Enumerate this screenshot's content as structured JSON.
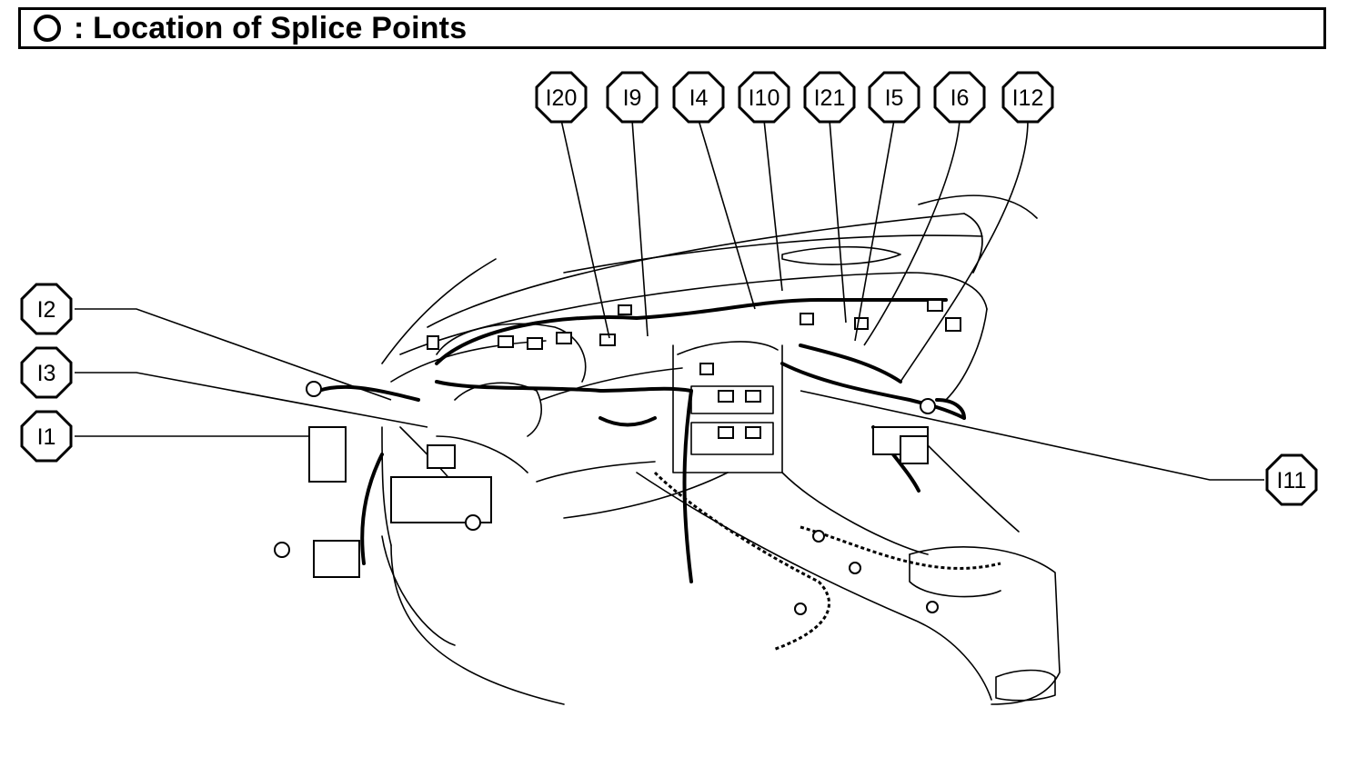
{
  "header": {
    "title_symbol": "circle-icon",
    "title": ": Location of Splice Points"
  },
  "splice_labels": [
    {
      "id": "I20",
      "text": "I20"
    },
    {
      "id": "I9",
      "text": "I9"
    },
    {
      "id": "I4",
      "text": "I4"
    },
    {
      "id": "I10",
      "text": "I10"
    },
    {
      "id": "I21",
      "text": "I21"
    },
    {
      "id": "I5",
      "text": "I5"
    },
    {
      "id": "I6",
      "text": "I6"
    },
    {
      "id": "I12",
      "text": "I12"
    },
    {
      "id": "I2",
      "text": "I2"
    },
    {
      "id": "I3",
      "text": "I3"
    },
    {
      "id": "I1",
      "text": "I1"
    },
    {
      "id": "I11",
      "text": "I11"
    }
  ],
  "colors": {
    "ink": "#000000",
    "background": "#ffffff"
  }
}
